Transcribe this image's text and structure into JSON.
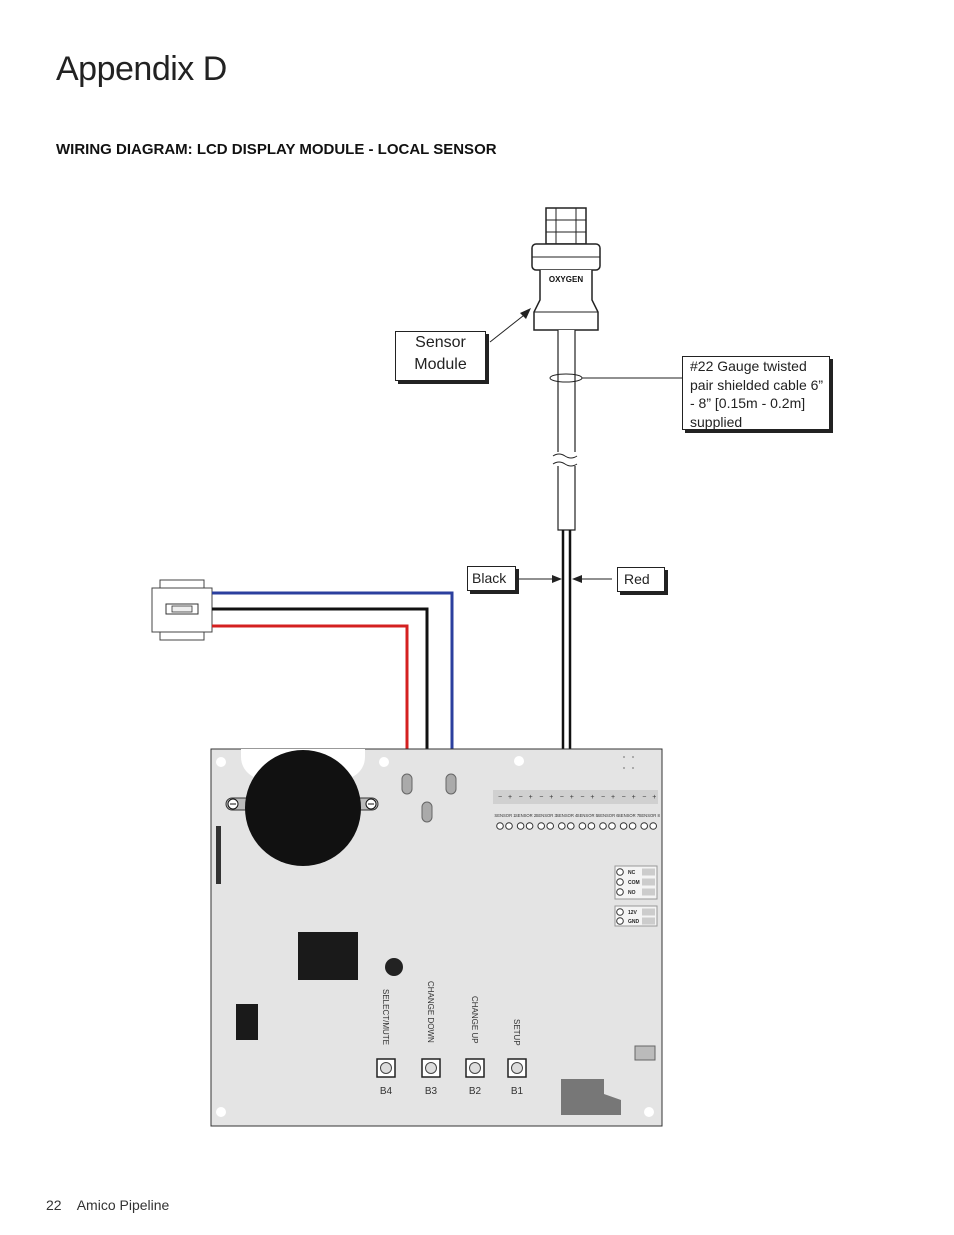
{
  "page": {
    "title": "Appendix D",
    "heading": "WIRING DIAGRAM: LCD DISPLAY MODULE - LOCAL SENSOR",
    "footer_page_number": "22",
    "footer_text": "Amico Pipeline"
  },
  "diagram": {
    "sensor_label": "OXYGEN",
    "callouts": {
      "sensor_module": "Sensor Module",
      "cable": "#22 Gauge twisted pair shielded cable 6” - 8” [0.15m - 0.2m] supplied",
      "black": "Black",
      "red": "Red"
    },
    "board": {
      "sensor_terminals": [
        "SENSOR 1",
        "SENSOR 2",
        "SENSOR 3",
        "SENSOR 4",
        "SENSOR 5",
        "SENSOR 6",
        "SENSOR 7",
        "SENSOR 8"
      ],
      "relay_terminals": [
        "NC",
        "COM",
        "NO"
      ],
      "power_terminals": [
        "12V",
        "GND"
      ],
      "buttons": [
        {
          "id": "B4",
          "function": "SELECT/MUTE"
        },
        {
          "id": "B3",
          "function": "CHANGE DOWN"
        },
        {
          "id": "B2",
          "function": "CHANGE UP"
        },
        {
          "id": "B1",
          "function": "SETUP"
        }
      ]
    }
  }
}
